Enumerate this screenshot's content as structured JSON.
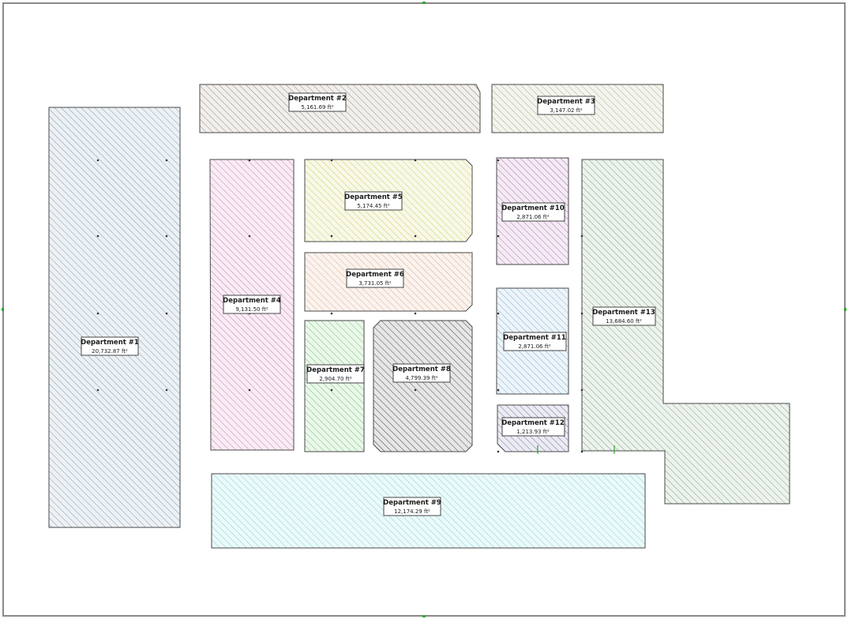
{
  "departments": [
    {
      "id": 1,
      "name": "Department #1",
      "area": "20,732.87 ft²",
      "color": "#6f8fa8"
    },
    {
      "id": 2,
      "name": "Department #2",
      "area": "5,161.69 ft²",
      "color": "#8c7d6a"
    },
    {
      "id": 3,
      "name": "Department #3",
      "area": "3,147.02 ft²",
      "color": "#a3a37a"
    },
    {
      "id": 4,
      "name": "Department #4",
      "area": "9,131.50 ft²",
      "color": "#c86aa8"
    },
    {
      "id": 5,
      "name": "Department #5",
      "area": "5,174.45 ft²",
      "color": "#c9c94d"
    },
    {
      "id": 6,
      "name": "Department #6",
      "area": "3,731.05 ft²",
      "color": "#d9a27a"
    },
    {
      "id": 7,
      "name": "Department #7",
      "area": "2,904.70 ft²",
      "color": "#5fbf5f"
    },
    {
      "id": 8,
      "name": "Department #8",
      "area": "4,799.39 ft²",
      "color": "#333333"
    },
    {
      "id": 9,
      "name": "Department #9",
      "area": "12,174.29 ft²",
      "color": "#6fd0d8"
    },
    {
      "id": 10,
      "name": "Department #10",
      "area": "2,871.06 ft²",
      "color": "#a65fa6"
    },
    {
      "id": 11,
      "name": "Department #11",
      "area": "2,871.06 ft²",
      "color": "#6fa8d0"
    },
    {
      "id": 12,
      "name": "Department #12",
      "area": "1,213.93 ft²",
      "color": "#5f5f9a"
    },
    {
      "id": 13,
      "name": "Department #13",
      "area": "13,684.60 ft²",
      "color": "#6f9a6f"
    }
  ]
}
